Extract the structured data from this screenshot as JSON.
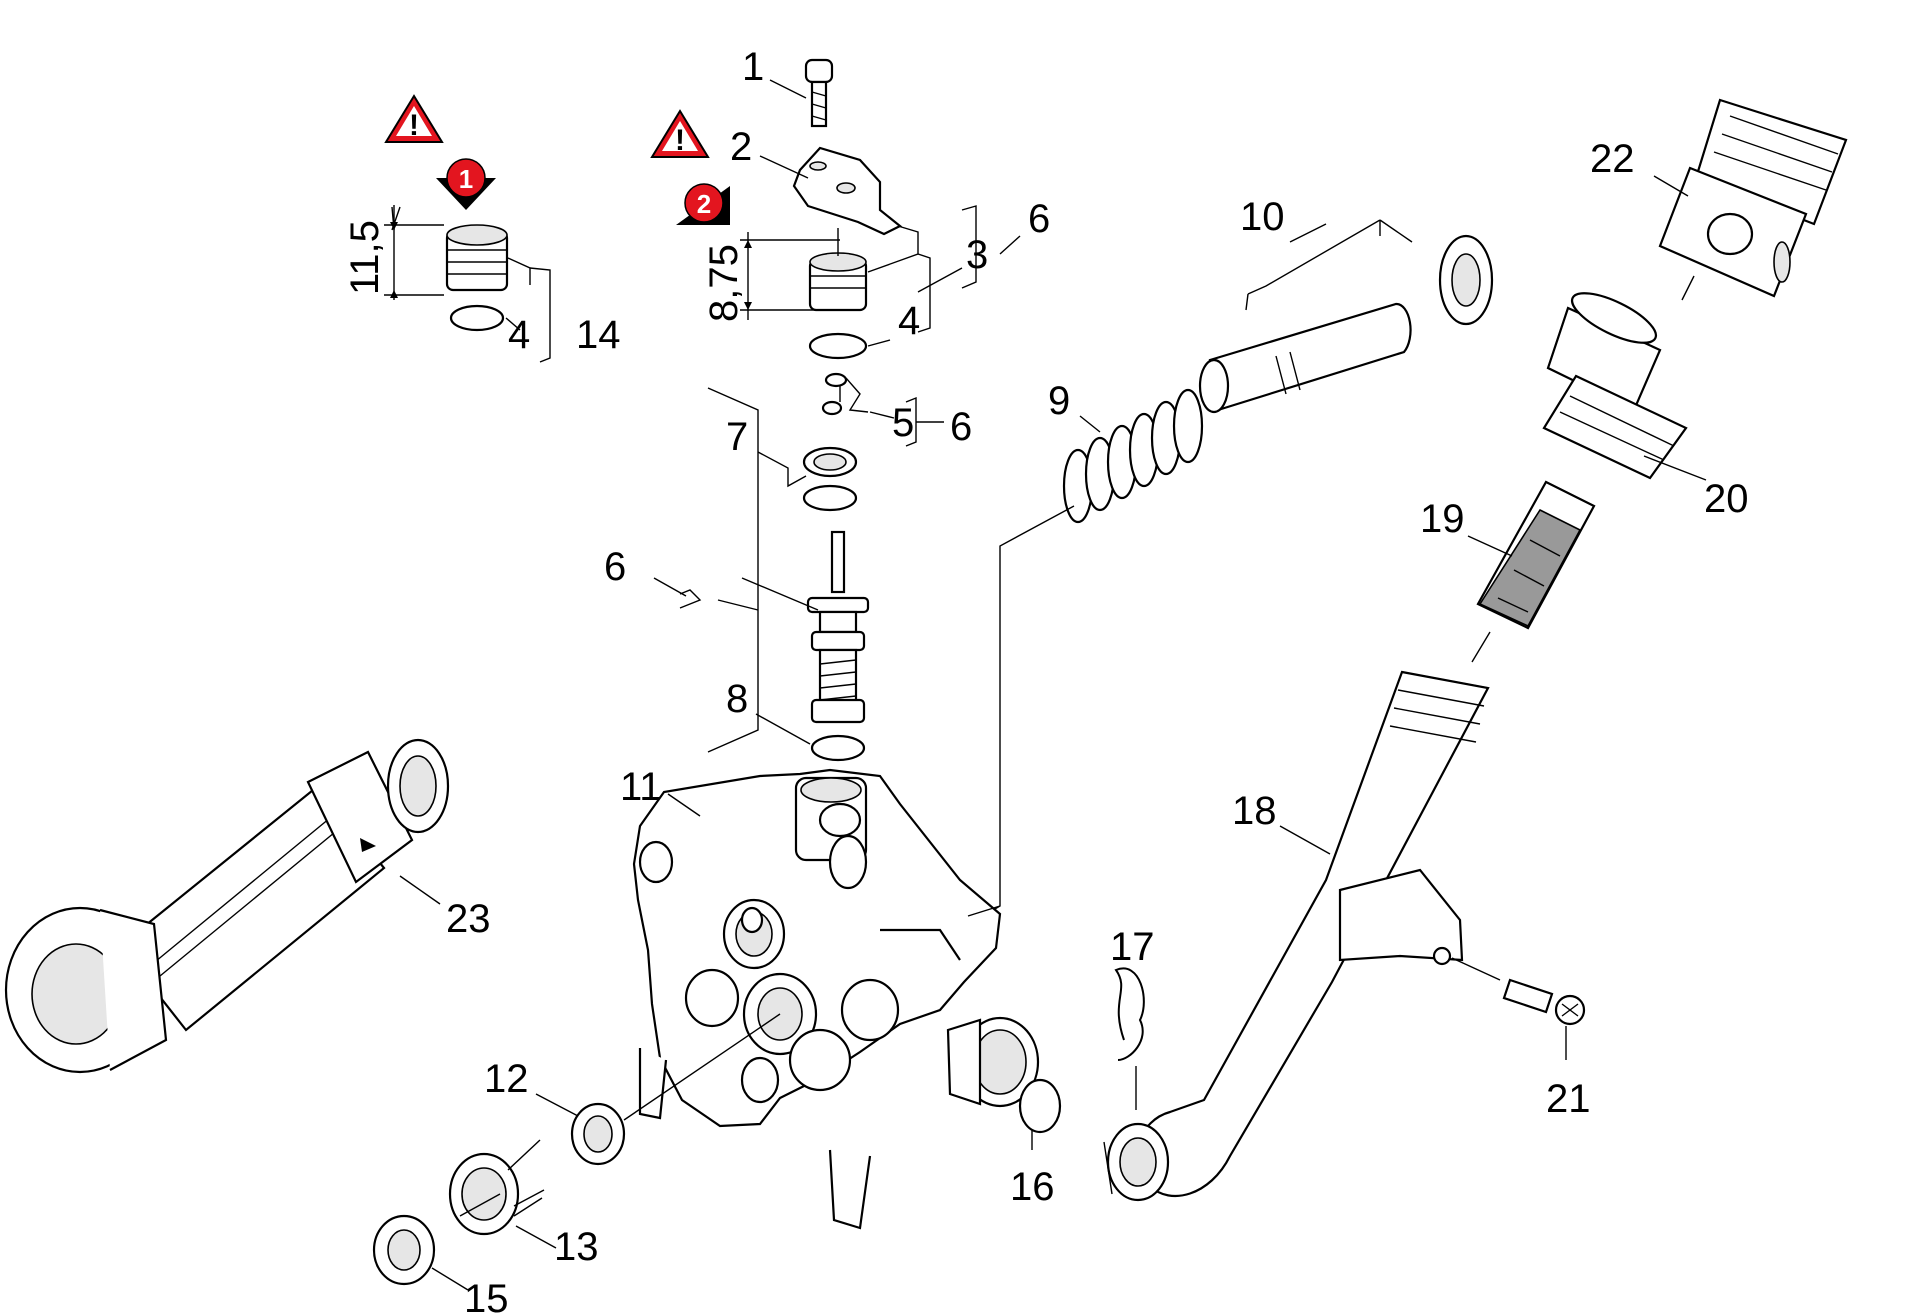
{
  "labels": {
    "p1": "1",
    "p2": "2",
    "p3": "3",
    "p4a": "4",
    "p4b": "4",
    "p5": "5",
    "p6a": "6",
    "p6b": "6",
    "p6c": "6",
    "p7": "7",
    "p8": "8",
    "p9": "9",
    "p10": "10",
    "p11": "11",
    "p12": "12",
    "p13": "13",
    "p14": "14",
    "p15": "15",
    "p16": "16",
    "p17": "17",
    "p18": "18",
    "p19": "19",
    "p20": "20",
    "p21": "21",
    "p22": "22",
    "p23": "23"
  },
  "dimensions": {
    "left": "11,5",
    "right": "8,75"
  },
  "markers": {
    "m1": "1",
    "m2": "2",
    "warning_symbol": "!"
  },
  "colors": {
    "marker_red": "#e3151f",
    "warning_fill": "#e3151f",
    "line": "#000000"
  },
  "icons": {
    "warning": "warning-triangle-icon",
    "arrow": "down-arrow-icon"
  }
}
